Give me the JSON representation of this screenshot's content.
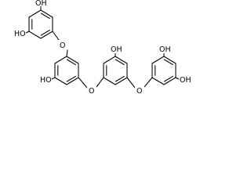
{
  "diagram": {
    "type": "chemical-structure",
    "labels": {
      "r1_oh_top": "OH",
      "r1_ho_left": "HO",
      "o_link_1": "O",
      "r2_ho": "HO",
      "o_link_2": "O",
      "r3_oh_top": "OH",
      "o_link_3": "O",
      "r4_oh_top": "OH",
      "r4_oh_bottom": "OH"
    }
  }
}
